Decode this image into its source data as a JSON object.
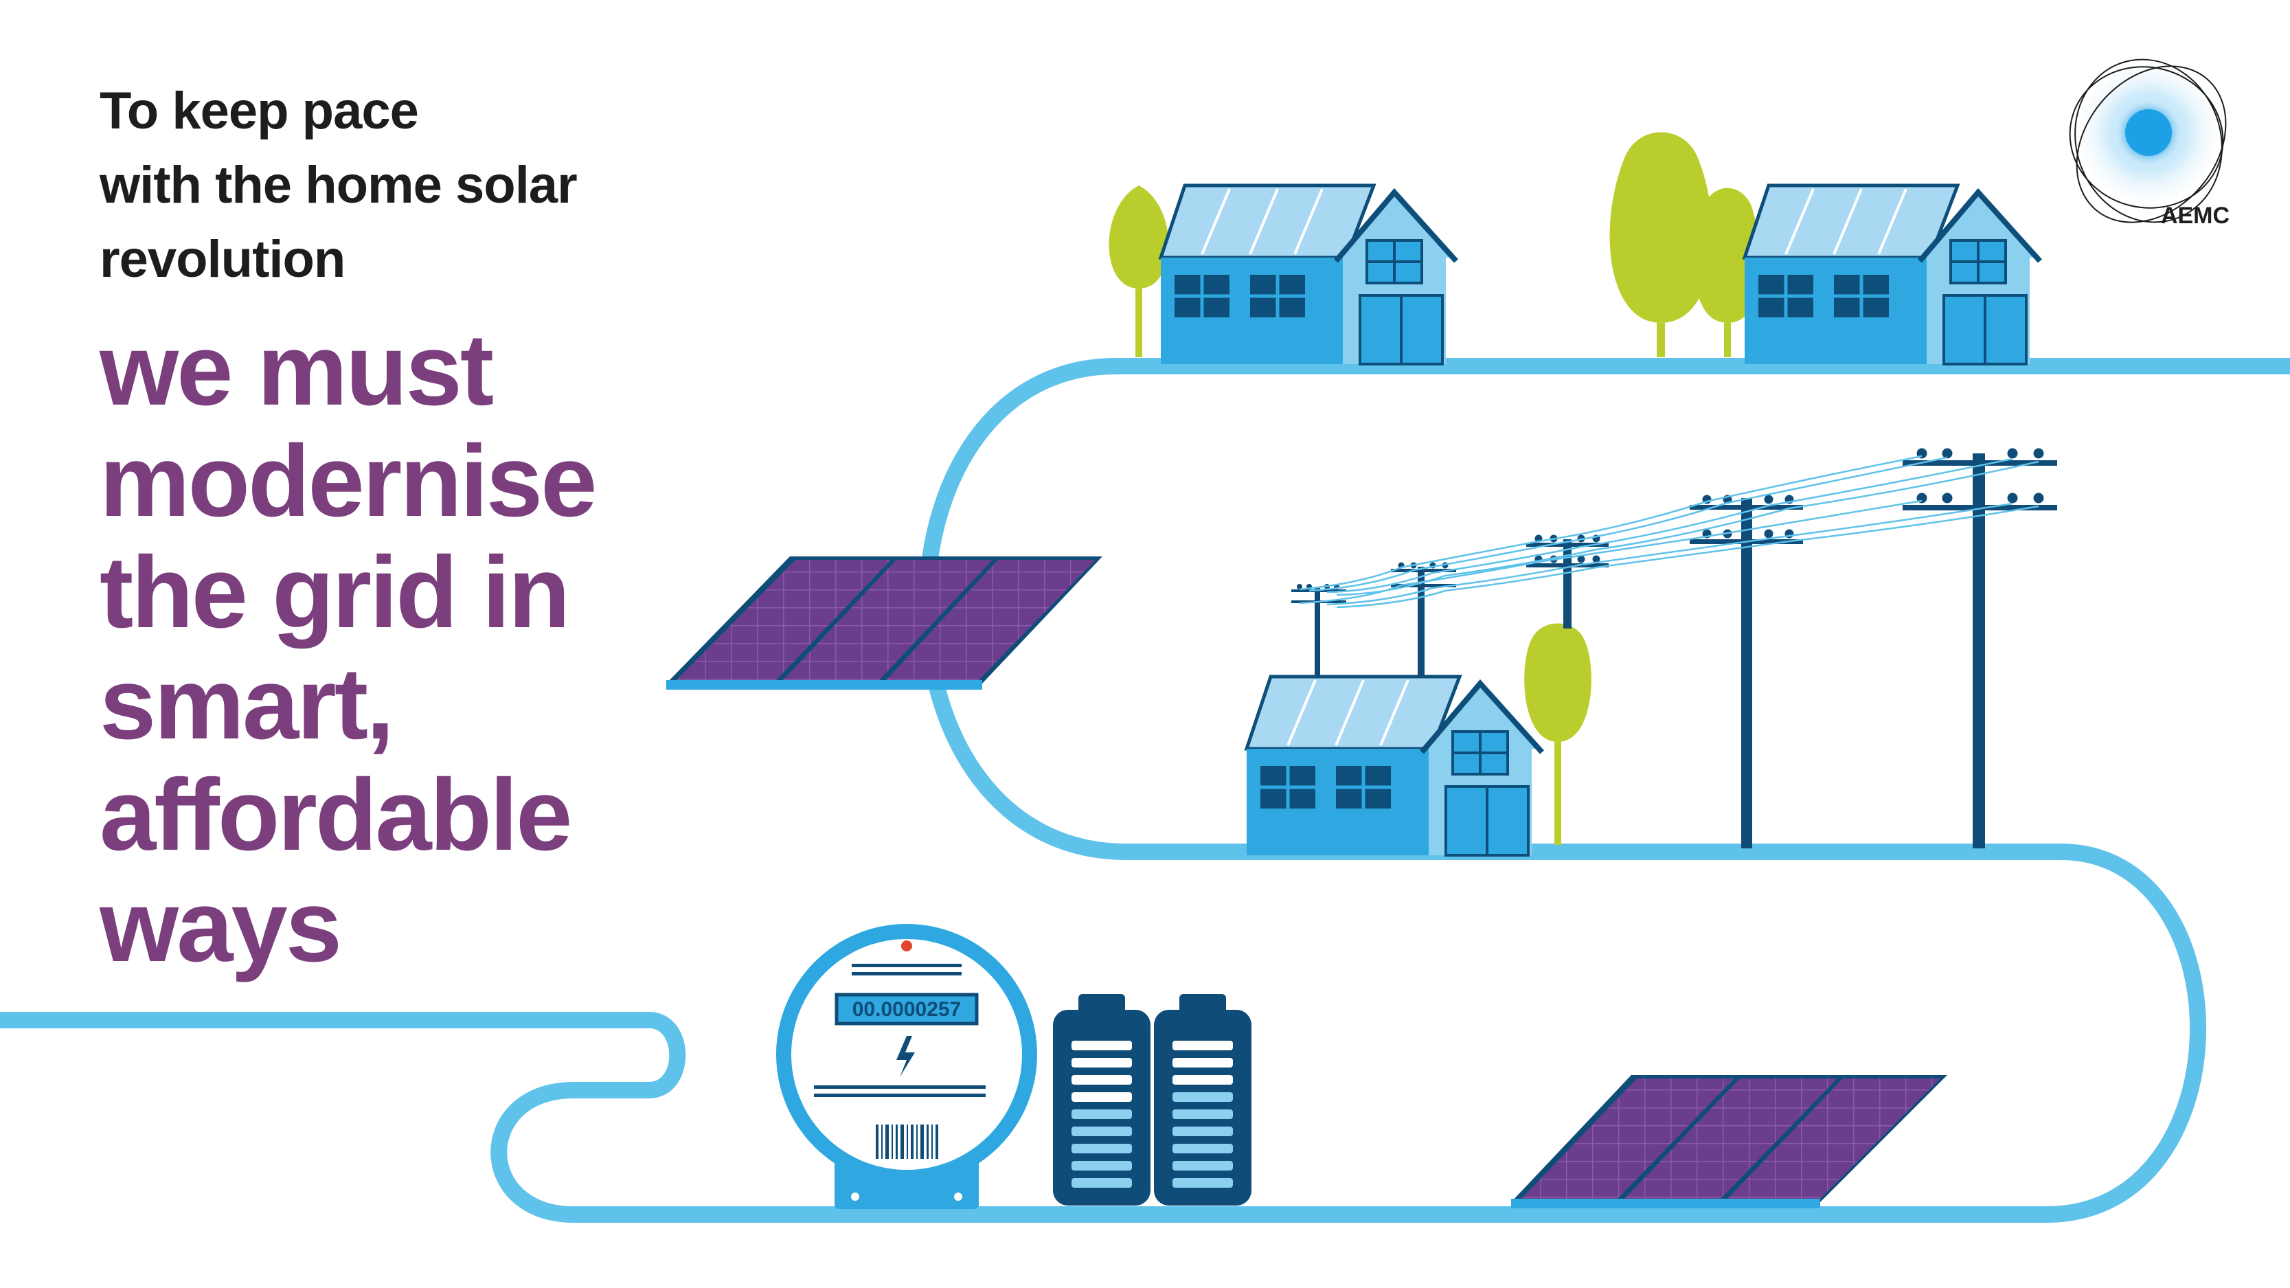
{
  "headline": {
    "intro_lines": [
      "To keep pace",
      "with the home solar",
      "revolution"
    ],
    "statement_lines": [
      "we must",
      "modernise",
      "the grid in",
      "smart,",
      "affordable",
      "ways"
    ]
  },
  "logo": {
    "text": "AEMC"
  },
  "meter": {
    "reading": "00.0000257"
  },
  "colors": {
    "intro_text": "#1d1d1b",
    "statement_text": "#7b3f7e",
    "grid_line": "#5fc2ea",
    "house_front": "#2fa8e1",
    "house_side": "#8cd0f0",
    "roof_panel": "#a9d9f2",
    "window": "#0d4f7a",
    "tree": "#b9cd2c",
    "pole": "#0f4d78",
    "solar_cell": "#6a3d8d",
    "battery": "#0f4d78"
  },
  "icons": [
    "aemc-logo",
    "house-icon",
    "tree-icon",
    "solar-panel-icon",
    "power-pole-icon",
    "smart-meter-icon",
    "battery-icon",
    "lightning-icon",
    "barcode-icon"
  ]
}
